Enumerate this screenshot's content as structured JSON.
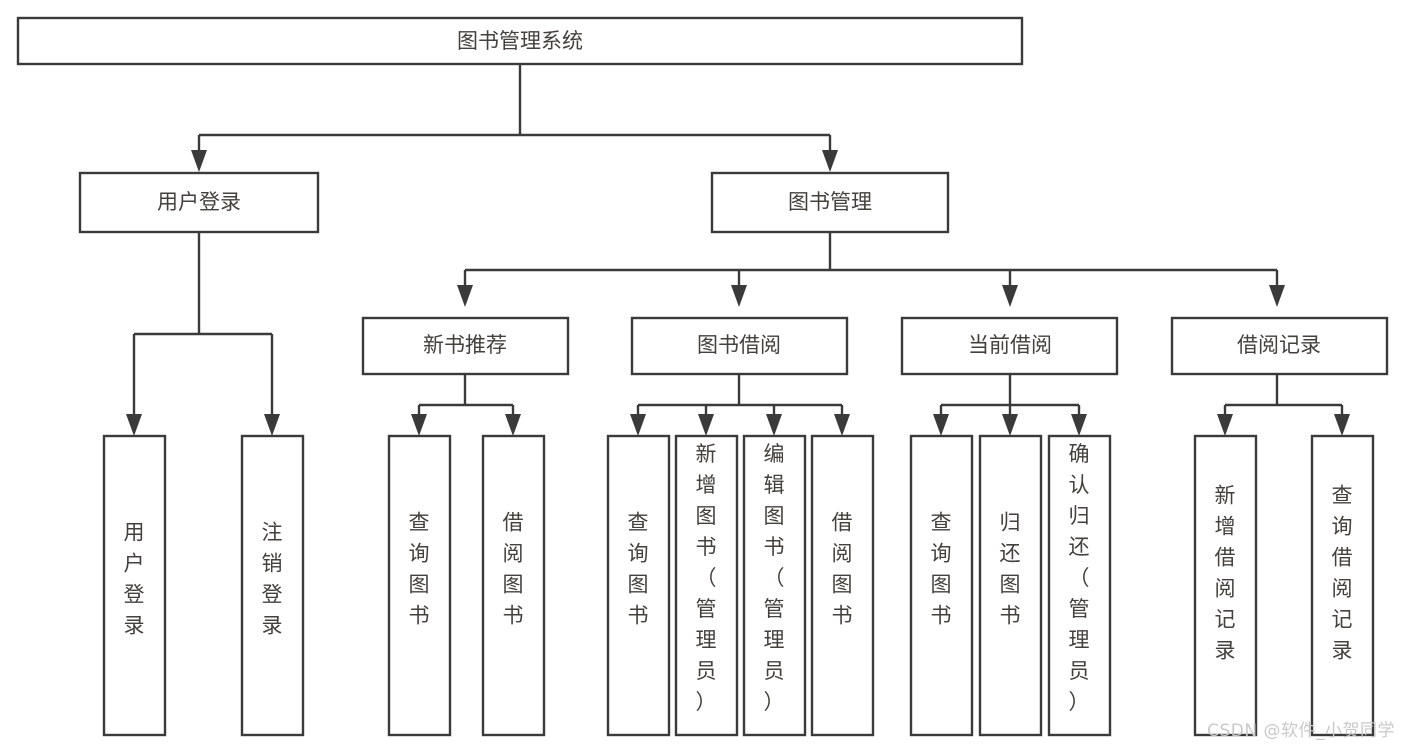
{
  "diagram": {
    "title": "图书管理系统",
    "type": "hierarchy-tree",
    "colors": {
      "box_stroke": "#3a3a3a",
      "box_fill": "#ffffff",
      "text": "#44403c",
      "background": "#ffffff",
      "watermark": "#c9c9c9"
    },
    "levels": [
      {
        "level": 1,
        "nodes": [
          {
            "id": "root",
            "label": "图书管理系统",
            "orientation": "horizontal"
          }
        ]
      },
      {
        "level": 2,
        "nodes": [
          {
            "id": "user-login",
            "label": "用户登录",
            "orientation": "horizontal",
            "parent": "root"
          },
          {
            "id": "book-manage",
            "label": "图书管理",
            "orientation": "horizontal",
            "parent": "root"
          }
        ]
      },
      {
        "level": 3,
        "nodes": [
          {
            "id": "new-book-rec",
            "label": "新书推荐",
            "orientation": "horizontal",
            "parent": "book-manage"
          },
          {
            "id": "book-borrow",
            "label": "图书借阅",
            "orientation": "horizontal",
            "parent": "book-manage"
          },
          {
            "id": "current-borrow",
            "label": "当前借阅",
            "orientation": "horizontal",
            "parent": "book-manage"
          },
          {
            "id": "borrow-record",
            "label": "借阅记录",
            "orientation": "horizontal",
            "parent": "book-manage"
          }
        ]
      },
      {
        "level": 4,
        "nodes": [
          {
            "id": "leaf-user-login",
            "label": "用户登录",
            "orientation": "vertical",
            "parent": "user-login"
          },
          {
            "id": "leaf-logout",
            "label": "注销登录",
            "orientation": "vertical",
            "parent": "user-login"
          },
          {
            "id": "leaf-query-book-1",
            "label": "查询图书",
            "orientation": "vertical",
            "parent": "new-book-rec"
          },
          {
            "id": "leaf-borrow-book-1",
            "label": "借阅图书",
            "orientation": "vertical",
            "parent": "new-book-rec"
          },
          {
            "id": "leaf-query-book-2",
            "label": "查询图书",
            "orientation": "vertical",
            "parent": "book-borrow"
          },
          {
            "id": "leaf-add-book",
            "label": "新增图书（管理员）",
            "orientation": "vertical",
            "parent": "book-borrow"
          },
          {
            "id": "leaf-edit-book",
            "label": "编辑图书（管理员）",
            "orientation": "vertical",
            "parent": "book-borrow"
          },
          {
            "id": "leaf-borrow-book-2",
            "label": "借阅图书",
            "orientation": "vertical",
            "parent": "book-borrow"
          },
          {
            "id": "leaf-query-book-3",
            "label": "查询图书",
            "orientation": "vertical",
            "parent": "current-borrow"
          },
          {
            "id": "leaf-return-book",
            "label": "归还图书",
            "orientation": "vertical",
            "parent": "current-borrow"
          },
          {
            "id": "leaf-confirm-return",
            "label": "确认归还（管理员）",
            "orientation": "vertical",
            "parent": "current-borrow"
          },
          {
            "id": "leaf-add-record",
            "label": "新增借阅记录",
            "orientation": "vertical",
            "parent": "borrow-record"
          },
          {
            "id": "leaf-query-record",
            "label": "查询借阅记录",
            "orientation": "vertical",
            "parent": "borrow-record"
          }
        ]
      }
    ]
  },
  "watermark": {
    "text": "CSDN @软件_小贺同学"
  }
}
